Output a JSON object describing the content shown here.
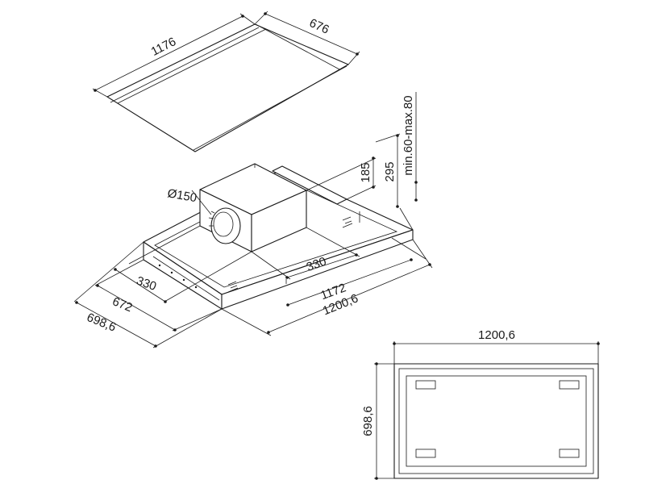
{
  "panel": {
    "length": "1176",
    "width": "676"
  },
  "hood": {
    "duct_diameter": "Ø150",
    "motor_height": "185",
    "total_height": "295",
    "ceiling_gap": "min.60-max.80",
    "motor_width": "330",
    "motor_offset": "330",
    "inner_length": "1172",
    "outer_length": "1200,6",
    "inner_width": "672",
    "outer_width": "698,6"
  },
  "plan": {
    "width": "1200,6",
    "depth": "698,6"
  }
}
